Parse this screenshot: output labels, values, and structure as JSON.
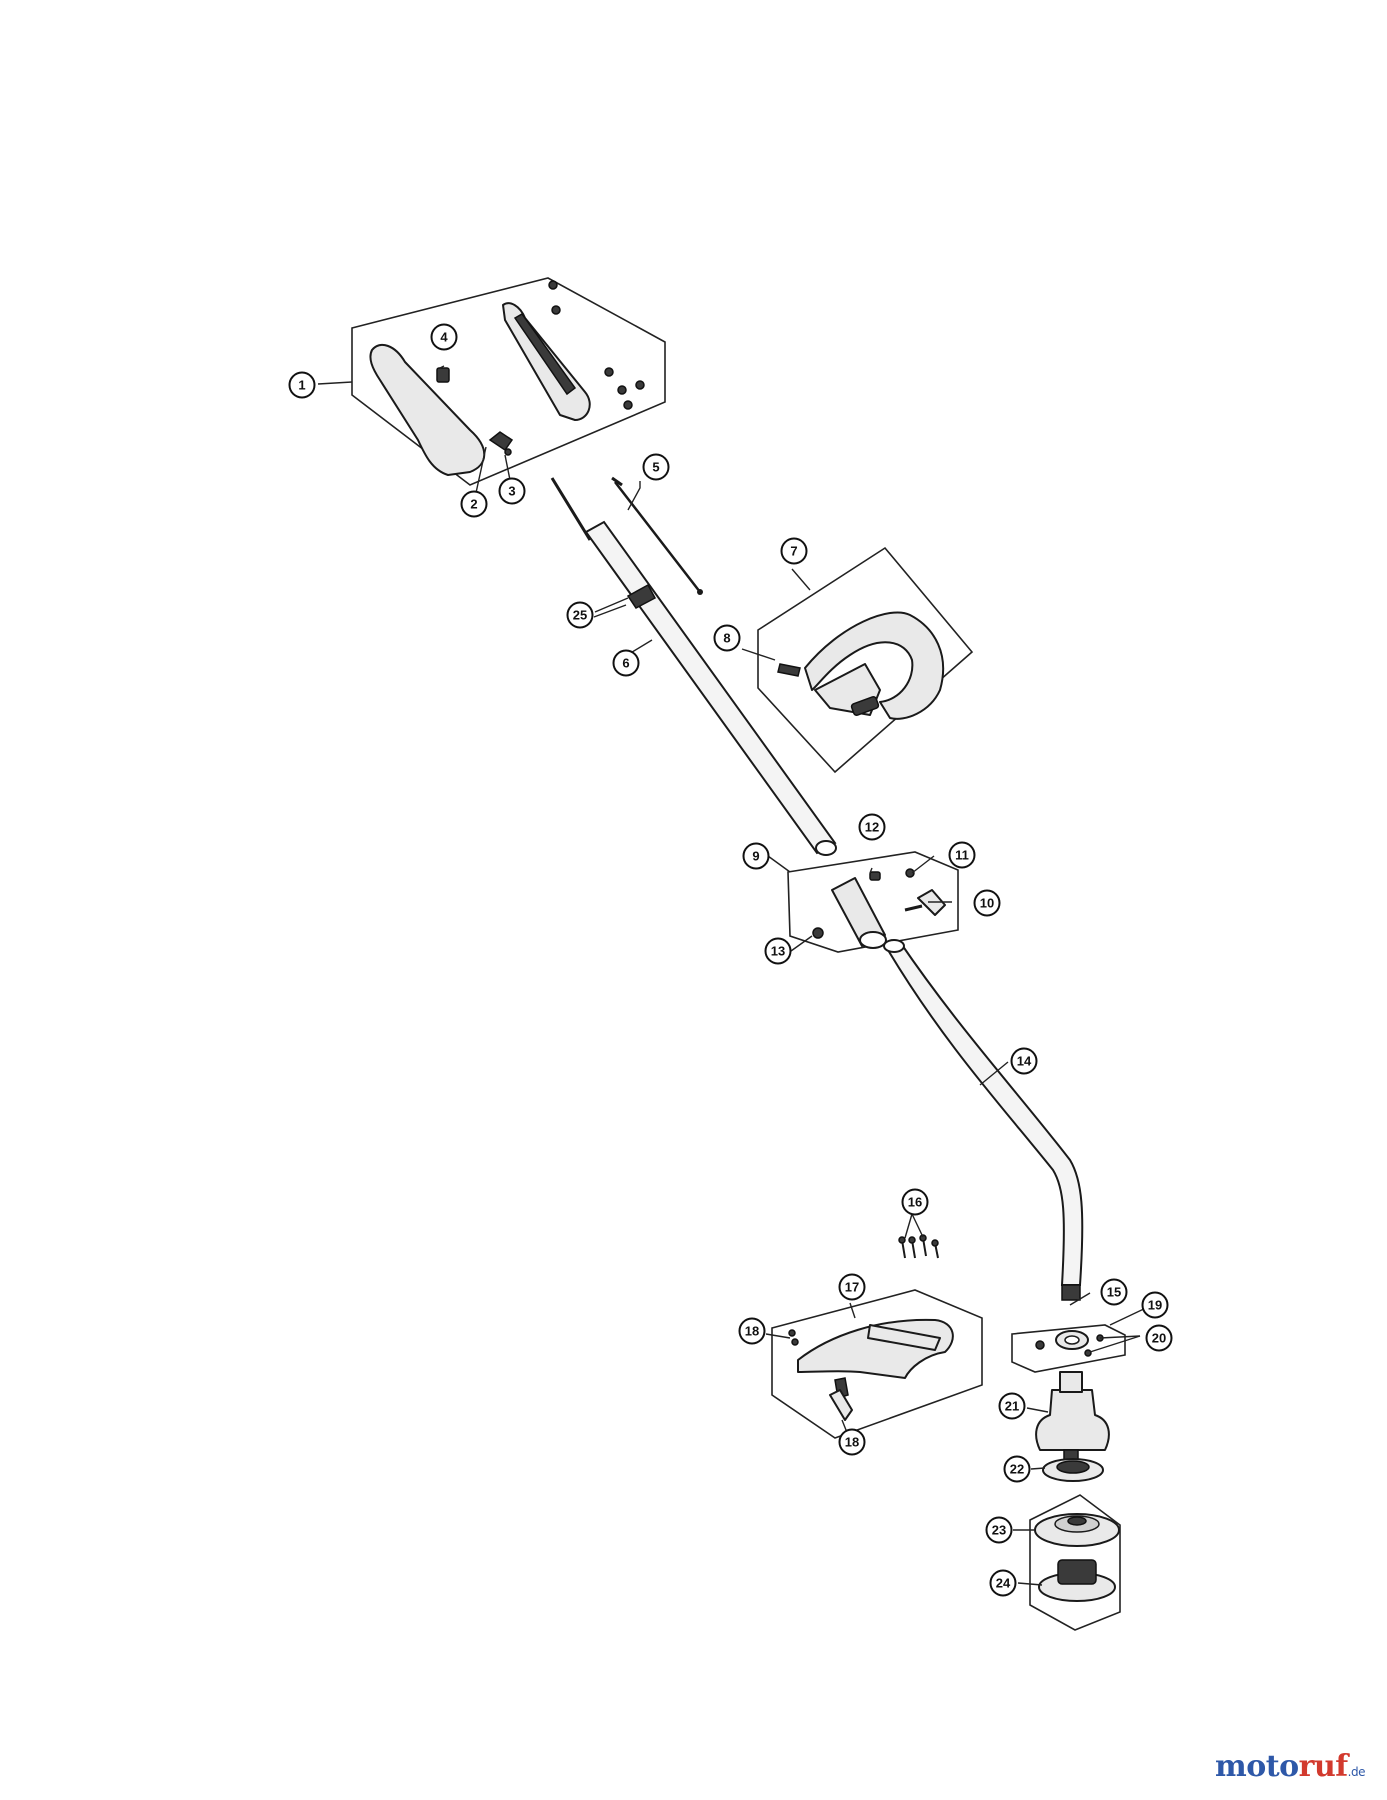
{
  "diagram": {
    "parts": [
      {
        "number": "1"
      },
      {
        "number": "2"
      },
      {
        "number": "3"
      },
      {
        "number": "4"
      },
      {
        "number": "5"
      },
      {
        "number": "6"
      },
      {
        "number": "7"
      },
      {
        "number": "8"
      },
      {
        "number": "9"
      },
      {
        "number": "10"
      },
      {
        "number": "11"
      },
      {
        "number": "12"
      },
      {
        "number": "13"
      },
      {
        "number": "14"
      },
      {
        "number": "15"
      },
      {
        "number": "16"
      },
      {
        "number": "17"
      },
      {
        "number": "18"
      },
      {
        "number": "18"
      },
      {
        "number": "19"
      },
      {
        "number": "20"
      },
      {
        "number": "21"
      },
      {
        "number": "22"
      },
      {
        "number": "23"
      },
      {
        "number": "24"
      },
      {
        "number": "25"
      }
    ]
  },
  "watermark": {
    "part_a": "moto",
    "part_b": "ruf",
    "tld": ".de"
  }
}
